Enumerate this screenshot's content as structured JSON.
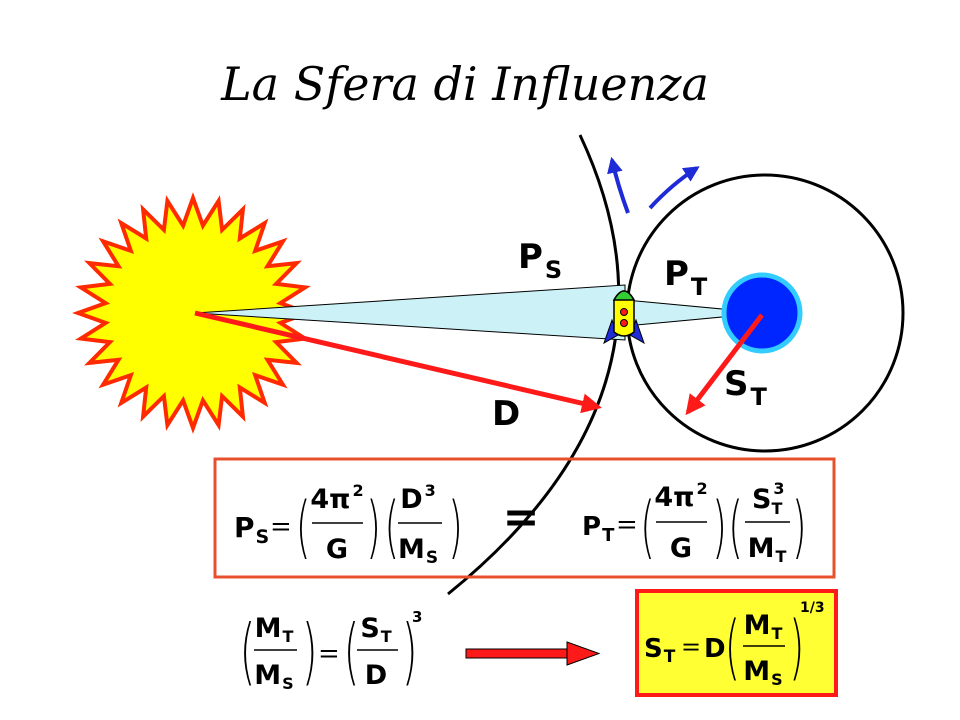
{
  "title": "La Sfera di Influenza",
  "labels": {
    "ps_main": "P",
    "ps_sub": "S",
    "pt_main": "P",
    "pt_sub": "T",
    "st_main": "S",
    "st_sub": "T",
    "d": "D"
  },
  "formula_sun": {
    "lhs": "P",
    "lhs_sub": "S",
    "eq": "=",
    "frac1_num": "4π",
    "frac1_num_sup": "2",
    "frac1_den": "G",
    "frac2_num": "D",
    "frac2_num_sup": "3",
    "frac2_den": "M",
    "frac2_den_sub": "S"
  },
  "between_eq": "=",
  "formula_earth": {
    "lhs": "P",
    "lhs_sub": "T",
    "eq": "=",
    "frac1_num": "4π",
    "frac1_num_sup": "2",
    "frac1_den": "G",
    "frac2_num": "S",
    "frac2_num_sub": "T",
    "frac2_num_sup": "3",
    "frac2_den": "M",
    "frac2_den_sub": "T"
  },
  "formula_ratio": {
    "frac1_num": "M",
    "frac1_num_sub": "T",
    "frac1_den": "M",
    "frac1_den_sub": "S",
    "eq": "=",
    "frac2_num": "S",
    "frac2_num_sub": "T",
    "frac2_den": "D",
    "exp": "3"
  },
  "formula_result": {
    "lhs": "S",
    "lhs_sub": "T",
    "eq": "=",
    "d": "D",
    "frac_num": "M",
    "frac_num_sub": "T",
    "frac_den": "M",
    "frac_den_sub": "S",
    "exp": "1/3"
  },
  "colors": {
    "sun_fill": "#ffff00",
    "sun_stroke": "#ff2a00",
    "planet": "#0026ff",
    "planet_ring": "#33ccff",
    "arrow_red": "#ff1a1a",
    "arrow_blue": "#1f2bd6",
    "cone": "#ccf2f8",
    "box_border": "#e8502d",
    "result_box": "#ffff33",
    "result_border": "#ff1a1a",
    "rocket_body": "#ffff00",
    "rocket_nose": "#33cc33",
    "rocket_fins": "#1f2bd6"
  }
}
